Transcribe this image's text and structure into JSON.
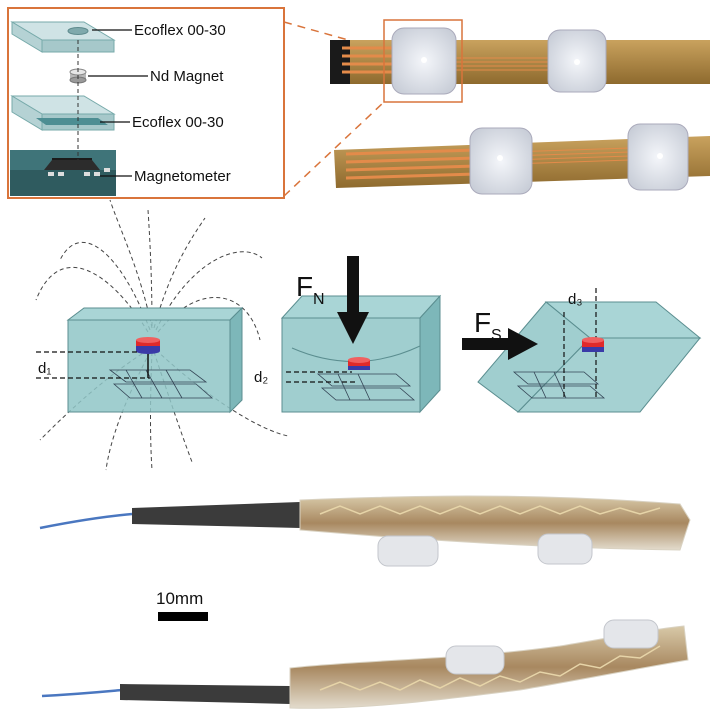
{
  "exploded_view": {
    "layer_top": "Ecoflex 00-30",
    "magnet": "Nd Magnet",
    "layer_bottom": "Ecoflex 00-30",
    "sensor": "Magnetometer"
  },
  "force_diagrams": {
    "rest_distance": "d₁",
    "normal_force": "F",
    "normal_force_sub": "N",
    "normal_distance": "d₂",
    "shear_force": "F",
    "shear_force_sub": "S",
    "shear_distance": "d₃"
  },
  "scale_bar": {
    "label": "10mm"
  },
  "colors": {
    "frame": "#d9743b",
    "silicone": "#8fc6c7",
    "magnet_n": "#e02a2a",
    "magnet_s": "#3a3aa8",
    "copper": "#e38b4a",
    "polyimide": "#b08a48"
  }
}
